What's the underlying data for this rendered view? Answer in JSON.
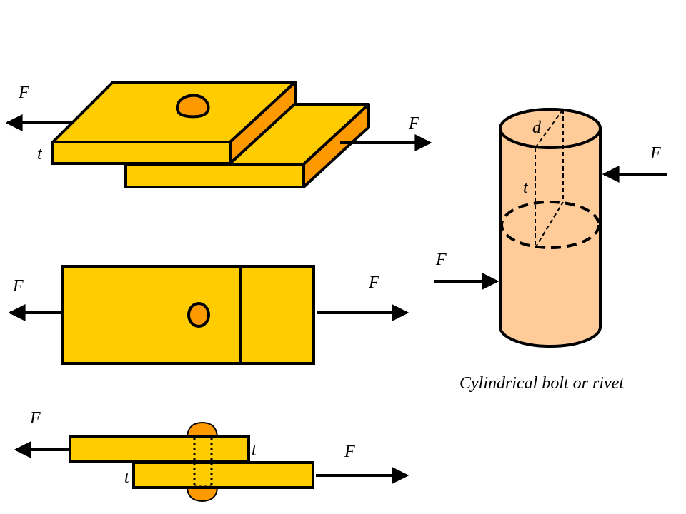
{
  "colors": {
    "plate_fill": "#ffcc00",
    "plate_side": "#ff9900",
    "rivet_fill": "#ff9900",
    "bolt_fill": "#ffcc99",
    "outline": "#000000",
    "background": "#ffffff"
  },
  "labels": {
    "force": "F",
    "thickness": "t",
    "diameter": "d"
  },
  "caption": "Cylindrical bolt or rivet"
}
